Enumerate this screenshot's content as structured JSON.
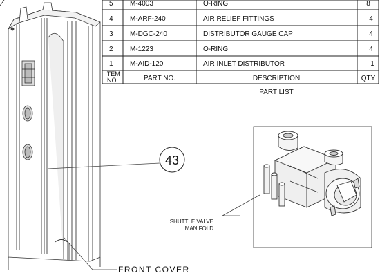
{
  "part_list": {
    "rows": [
      {
        "item": "5",
        "part_no": "M-4003",
        "description": "O-RING",
        "qty": "8"
      },
      {
        "item": "4",
        "part_no": "M-ARF-240",
        "description": "AIR RELIEF FITTINGS",
        "qty": "4"
      },
      {
        "item": "3",
        "part_no": "M-DGC-240",
        "description": "DISTRIBUTOR GAUGE CAP",
        "qty": "4"
      },
      {
        "item": "2",
        "part_no": "M-1223",
        "description": "O-RING",
        "qty": "4"
      },
      {
        "item": "1",
        "part_no": "M-AID-120",
        "description": "AIR INLET DISTRIBUTOR",
        "qty": "1"
      }
    ],
    "header": {
      "item_line1": "ITEM",
      "item_line2": "NO.",
      "part_no": "PART NO.",
      "description": "DESCRIPTION",
      "qty": "QTY"
    },
    "caption": "PART LIST"
  },
  "callouts": {
    "balloon_number": "43",
    "front_cover": "FRONT COVER",
    "shuttle_line1": "SHUTTLE VALVE",
    "shuttle_line2": "MANIFOLD"
  }
}
